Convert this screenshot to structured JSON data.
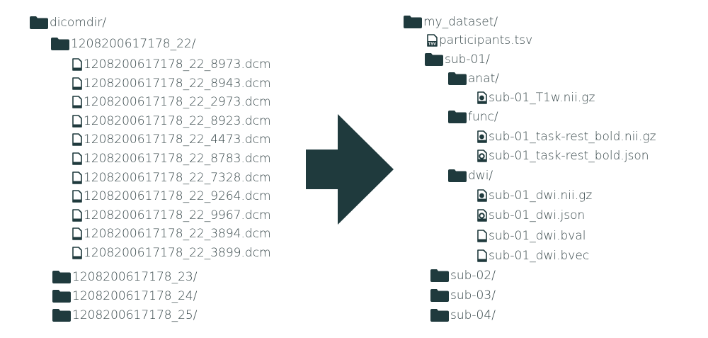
{
  "colors": {
    "folder": "#1f3a3d",
    "file": "#1f3a3d",
    "text": "#37474a",
    "arrow": "#1f3a3d"
  },
  "source_tree": {
    "root": "dicomdir/",
    "series_folder": "1208200617178_22/",
    "files": [
      "1208200617178_22_8973.dcm",
      "1208200617178_22_8943.dcm",
      "1208200617178_22_2973.dcm",
      "1208200617178_22_8923.dcm",
      "1208200617178_22_4473.dcm",
      "1208200617178_22_8783.dcm",
      "1208200617178_22_7328.dcm",
      "1208200617178_22_9264.dcm",
      "1208200617178_22_9967.dcm",
      "1208200617178_22_3894.dcm",
      "1208200617178_22_3899.dcm"
    ],
    "other_folders": [
      "1208200617178_23/",
      "1208200617178_24/",
      "1208200617178_25/"
    ]
  },
  "arrow": {
    "icon": "right-arrow-icon"
  },
  "bids_tree": {
    "root": "my_dataset/",
    "participants_file": "participants.tsv",
    "participants_badge": "TSV",
    "subject": "sub-01/",
    "anat": {
      "folder": "anat/",
      "files": [
        "sub-01_T1w.nii.gz"
      ]
    },
    "func": {
      "folder": "func/",
      "files": [
        "sub-01_task-rest_bold.nii.gz",
        "sub-01_task-rest_bold.json"
      ]
    },
    "dwi": {
      "folder": "dwi/",
      "files": [
        "sub-01_dwi.nii.gz",
        "sub-01_dwi.json",
        "sub-01_dwi.bval",
        "sub-01_dwi.bvec"
      ]
    },
    "other_subjects": [
      "sub-02/",
      "sub-03/",
      "sub-04/"
    ]
  }
}
